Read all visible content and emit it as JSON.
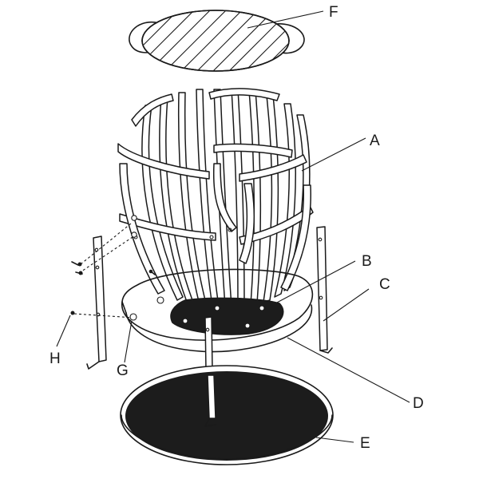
{
  "labels": {
    "A": "A",
    "B": "B",
    "C": "C",
    "D": "D",
    "E": "E",
    "F": "F",
    "G": "G",
    "H": "H"
  },
  "colors": {
    "ink": "#1a1a1a",
    "fill_dark": "#1c1c1c",
    "background": "#ffffff"
  }
}
